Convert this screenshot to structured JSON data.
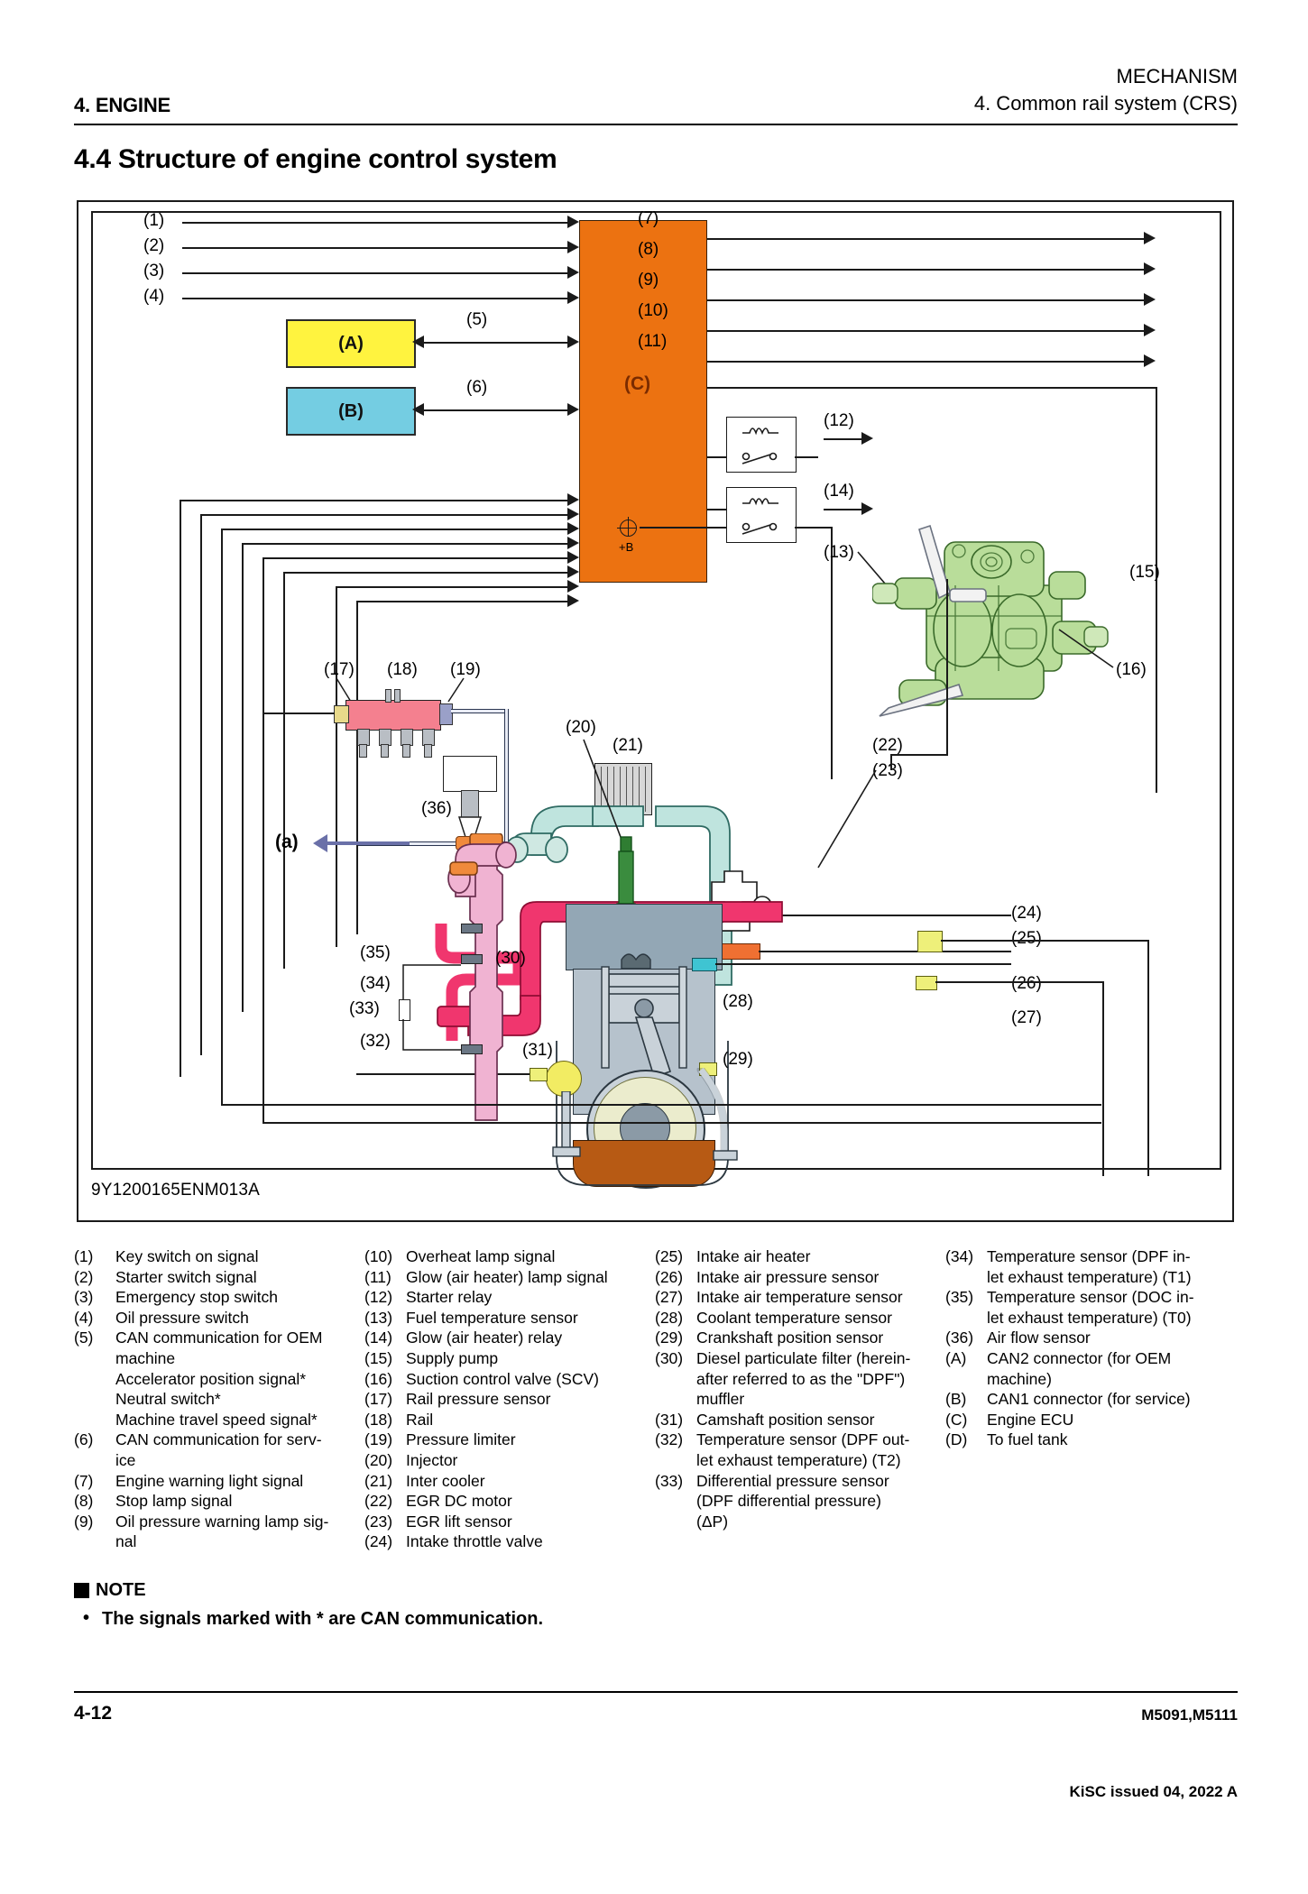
{
  "header": {
    "left": "4. ENGINE",
    "right_line1": "MECHANISM",
    "right_line2": "4. Common rail system (CRS)"
  },
  "section": {
    "title": "4.4 Structure of engine control system"
  },
  "figure": {
    "id": "9Y1200165ENM013A",
    "ecu_label": "(C)",
    "box_a_label": "(A)",
    "box_b_label": "(B)",
    "battery_label": "+B",
    "flow_label": "(a)",
    "callouts": {
      "c1": "(1)",
      "c2": "(2)",
      "c3": "(3)",
      "c4": "(4)",
      "c5": "(5)",
      "c6": "(6)",
      "c7": "(7)",
      "c8": "(8)",
      "c9": "(9)",
      "c10": "(10)",
      "c11": "(11)",
      "c12": "(12)",
      "c13": "(13)",
      "c14": "(14)",
      "c15": "(15)",
      "c16": "(16)",
      "c17": "(17)",
      "c18": "(18)",
      "c19": "(19)",
      "c20": "(20)",
      "c21": "(21)",
      "c22": "(22)",
      "c23": "(23)",
      "c24": "(24)",
      "c25": "(25)",
      "c26": "(26)",
      "c27": "(27)",
      "c28": "(28)",
      "c29": "(29)",
      "c30": "(30)",
      "c31": "(31)",
      "c32": "(32)",
      "c33": "(33)",
      "c34": "(34)",
      "c35": "(35)",
      "c36": "(36)"
    },
    "colors": {
      "ecu_orange": "#ec7211",
      "can2_yellow": "#fff33f",
      "can1_cyan": "#74cde2",
      "rail_pink": "#f4808f",
      "fuel_line_magenta": "#f0366e",
      "air_line_cyan": "#bfe4de",
      "exhaust_rose": "#f0b3d2",
      "pump_green": "#b9dd9a",
      "oil_pan_brown": "#b75a14",
      "flow_arrow_violet": "#6a70a8"
    }
  },
  "legend": {
    "col1": [
      {
        "num": "(1)",
        "text": "Key switch on signal"
      },
      {
        "num": "(2)",
        "text": "Starter switch signal"
      },
      {
        "num": "(3)",
        "text": "Emergency stop switch"
      },
      {
        "num": "(4)",
        "text": "Oil pressure switch"
      },
      {
        "num": "(5)",
        "text": "CAN communication for OEM"
      },
      {
        "num": "",
        "text": "machine"
      },
      {
        "num": "",
        "text": "Accelerator position signal*"
      },
      {
        "num": "",
        "text": "Neutral switch*"
      },
      {
        "num": "",
        "text": "Machine travel speed signal*"
      },
      {
        "num": "(6)",
        "text": "CAN communication for serv-"
      },
      {
        "num": "",
        "text": "ice"
      },
      {
        "num": "(7)",
        "text": "Engine warning light signal"
      },
      {
        "num": "(8)",
        "text": "Stop lamp signal"
      },
      {
        "num": "(9)",
        "text": "Oil pressure warning lamp sig-"
      },
      {
        "num": "",
        "text": "nal"
      }
    ],
    "col2": [
      {
        "num": "(10)",
        "text": "Overheat lamp signal"
      },
      {
        "num": "(11)",
        "text": "Glow (air heater) lamp signal"
      },
      {
        "num": "(12)",
        "text": "Starter relay"
      },
      {
        "num": "(13)",
        "text": "Fuel temperature sensor"
      },
      {
        "num": "(14)",
        "text": "Glow (air heater) relay"
      },
      {
        "num": "(15)",
        "text": "Supply pump"
      },
      {
        "num": "(16)",
        "text": "Suction control valve (SCV)"
      },
      {
        "num": "(17)",
        "text": "Rail pressure sensor"
      },
      {
        "num": "(18)",
        "text": "Rail"
      },
      {
        "num": "(19)",
        "text": "Pressure limiter"
      },
      {
        "num": "(20)",
        "text": "Injector"
      },
      {
        "num": "(21)",
        "text": "Inter cooler"
      },
      {
        "num": "(22)",
        "text": "EGR DC motor"
      },
      {
        "num": "(23)",
        "text": "EGR lift sensor"
      },
      {
        "num": "(24)",
        "text": "Intake throttle valve"
      }
    ],
    "col3": [
      {
        "num": "(25)",
        "text": "Intake air heater"
      },
      {
        "num": "(26)",
        "text": "Intake air pressure sensor"
      },
      {
        "num": "(27)",
        "text": "Intake air temperature sensor"
      },
      {
        "num": "(28)",
        "text": "Coolant temperature sensor"
      },
      {
        "num": "(29)",
        "text": "Crankshaft position sensor"
      },
      {
        "num": "(30)",
        "text": "Diesel particulate filter (herein-"
      },
      {
        "num": "",
        "text": "after referred to as the \"DPF\")"
      },
      {
        "num": "",
        "text": "muffler"
      },
      {
        "num": "(31)",
        "text": "Camshaft position sensor"
      },
      {
        "num": "(32)",
        "text": "Temperature sensor (DPF out-"
      },
      {
        "num": "",
        "text": "let exhaust temperature) (T2)"
      },
      {
        "num": "(33)",
        "text": "Differential pressure sensor"
      },
      {
        "num": "",
        "text": "(DPF differential pressure)"
      },
      {
        "num": "",
        "text": "(ΔP)"
      }
    ],
    "col4": [
      {
        "num": "(34)",
        "text": "Temperature sensor (DPF in-"
      },
      {
        "num": "",
        "text": "let exhaust temperature) (T1)"
      },
      {
        "num": "(35)",
        "text": "Temperature sensor (DOC in-"
      },
      {
        "num": "",
        "text": "let exhaust temperature) (T0)"
      },
      {
        "num": "(36)",
        "text": "Air flow sensor"
      },
      {
        "num": "(A)",
        "text": "CAN2 connector (for OEM"
      },
      {
        "num": "",
        "text": "machine)"
      },
      {
        "num": "(B)",
        "text": "CAN1 connector (for service)"
      },
      {
        "num": "(C)",
        "text": "Engine ECU"
      },
      {
        "num": "(D)",
        "text": "To fuel tank"
      }
    ]
  },
  "note": {
    "heading": "NOTE",
    "bullet": "•",
    "text": "The signals marked with * are CAN communication."
  },
  "footer": {
    "page": "4-12",
    "models": "M5091,M5111",
    "issue": "KiSC issued 04, 2022 A"
  }
}
